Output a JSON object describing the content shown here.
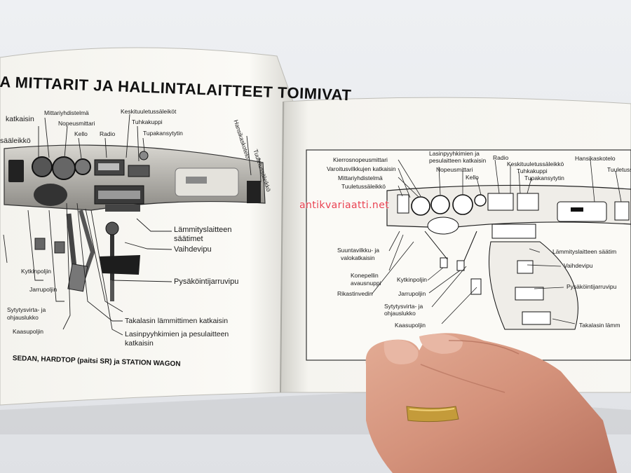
{
  "left_page": {
    "title": "A MITTARIT JA HALLINTALAITTEET TOIMIVAT",
    "caption": "SEDAN, HARDTOP (paitsi SR) ja STATION WAGON",
    "labels": {
      "katkaisin": "katkaisin",
      "saleikko": "sääleikkö",
      "mittariyhdistelma": "Mittariyhdistelmä",
      "nopeusmittari": "Nopeusmittari",
      "kello": "Kello",
      "radio": "Radio",
      "keskituuletussaleikot": "Keskituuletussäleiköt",
      "tuhkakuppi": "Tuhkakuppi",
      "tupakansytytin": "Tupakansytytin",
      "hansikaskotelo": "Hansikaskotelo",
      "tuuletussaleikko": "Tuuletussäleikkö",
      "lammityslaitteen_1": "Lämmityslaitteen",
      "lammityslaitteen_2": "säätimet",
      "vaihdevipu": "Vaihdevipu",
      "pysakointijarruvipu": "Pysäköintijarruvipu",
      "kytkinpoljin": "Kytkinpoljin",
      "jarrupoljin": "Jarrupoljin",
      "sytytysvirta_1": "Sytytysvirta- ja",
      "sytytysvirta_2": "ohjauslukko",
      "kaasupoljin": "Kaasupoljin",
      "takalasin": "Takalasin lämmittimen katkaisin",
      "lasinpyyhkimien_1": "Lasinpyyhkimien ja pesulaitteen",
      "lasinpyyhkimien_2": "katkaisin"
    }
  },
  "right_page": {
    "labels": {
      "kierrosnopeusmittari": "Kierrosnopeusmittari",
      "varoitusvilkkujen": "Varoitusvilkkujen katkaisin",
      "mittariyhdistelma": "Mittariyhdistelmä",
      "tuuletussaleikko_l": "Tuuletussäleikkö",
      "lasinpyyhkimien_1": "Lasinpyyhkimien ja",
      "lasinpyyhkimien_2": "pesulaitteen katkaisin",
      "nopeusmittari": "Nopeusmittari",
      "kello": "Kello",
      "radio": "Radio",
      "keskituuletussaleikko": "Keskituuletussäleikkö",
      "tuhkakuppi": "Tuhkakuppi",
      "tupakansytytin": "Tupakansytytin",
      "hansikaskotelo": "Hansikaskotelo",
      "tuuletussaleikko_r": "Tuuletussä",
      "lammityslaitteen": "Lämmityslaitteen säätim",
      "vaihdevipu": "Vaihdevipu",
      "pysakointijarruvipu": "Pysäköintijarruvipu",
      "suuntavilkku_1": "Suuntavilkku- ja",
      "suuntavilkku_2": "valokatkaisin",
      "konepellin_1": "Konepellin",
      "konepellin_2": "avausnuppi",
      "rikastinvedin": "Rikastinvedin",
      "kytkinpoljin": "Kytkinpoljin",
      "jarrupoljin": "Jarrupoljin",
      "sytytysvirta_1": "Sytytysvirta- ja",
      "sytytysvirta_2": "ohjauslukko",
      "kaasupoljin": "Kaasupoljin",
      "takalasin": "Takalasin lämm"
    }
  },
  "watermark": "antikvariaatti.net",
  "colors": {
    "paper": "#f7f6f1",
    "ink": "#1a1a1a",
    "watermark": "#e8414f",
    "skin": "#d79a84"
  }
}
